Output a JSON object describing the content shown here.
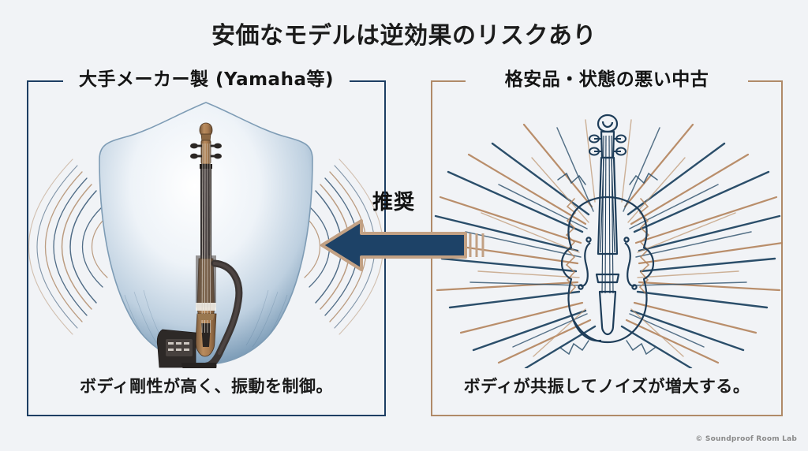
{
  "title": "安価なモデルは逆効果のリスクあり",
  "panels": {
    "left": {
      "header": "大手メーカー製 (Yamaha等)",
      "caption": "ボディ剛性が高く、振動を制御。",
      "accent_color": "#1d3e63",
      "artwork": "silent-electric-violin-with-shield-and-damped-sound-waves"
    },
    "right": {
      "header": "格安品・状態の悪い中古",
      "caption": "ボディが共振してノイズが増大する。",
      "accent_color": "#b08a68",
      "artwork": "acoustic-violin-line-art-with-noise-burst-rays"
    }
  },
  "arrow": {
    "label": "推奨",
    "direction": "left",
    "fill_color": "#1d4267",
    "outline_color": "#c2a184"
  },
  "footer": "© Soundproof Room Lab",
  "background_color": "#f1f3f6"
}
